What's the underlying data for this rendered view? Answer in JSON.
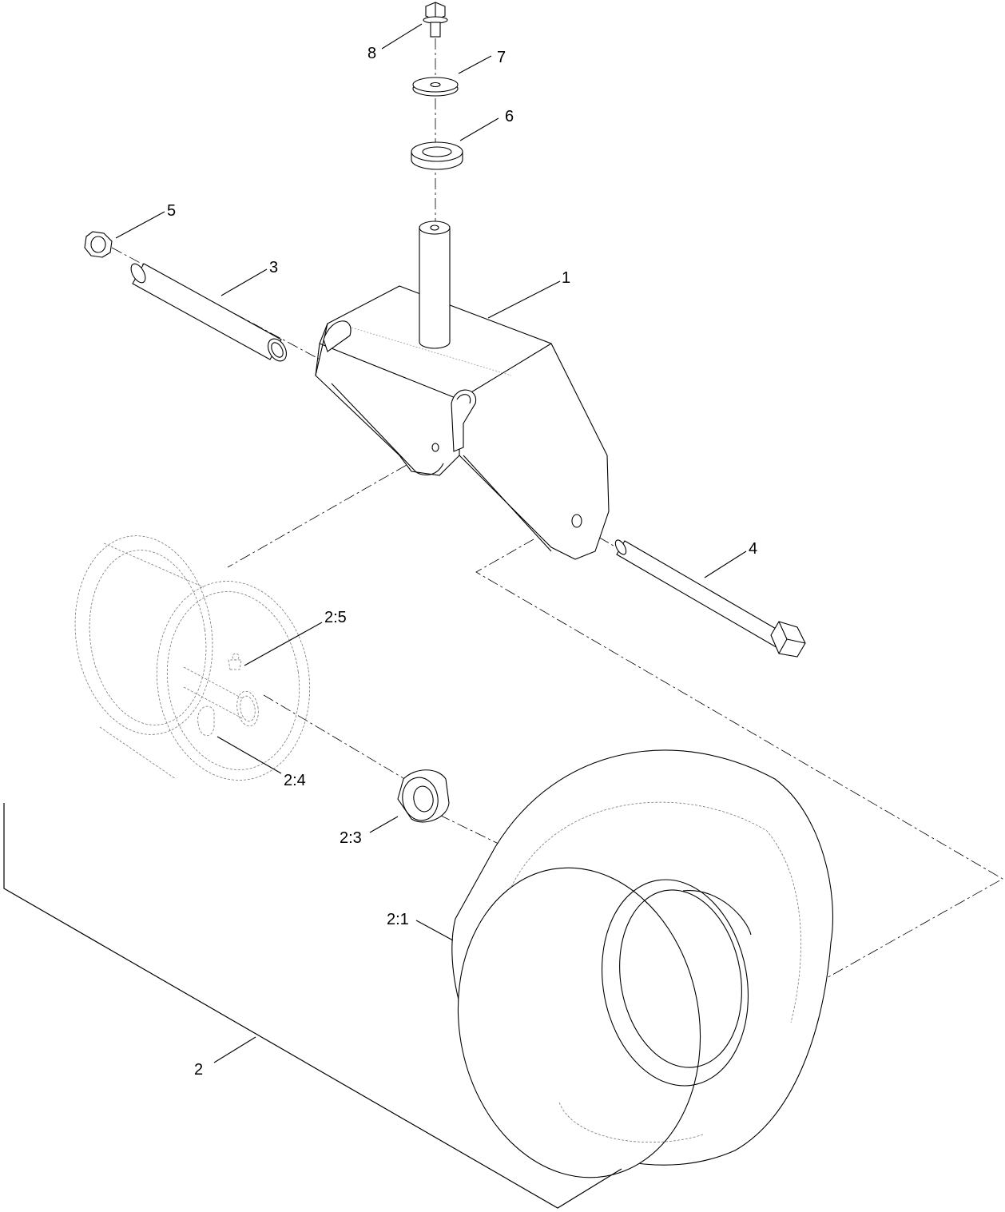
{
  "callouts": {
    "c1": "1",
    "c2": "2",
    "c2_1": "2:1",
    "c2_3": "2:3",
    "c2_4": "2:4",
    "c2_5": "2:5",
    "c3": "3",
    "c4": "4",
    "c5": "5",
    "c6": "6",
    "c7": "7",
    "c8": "8"
  }
}
